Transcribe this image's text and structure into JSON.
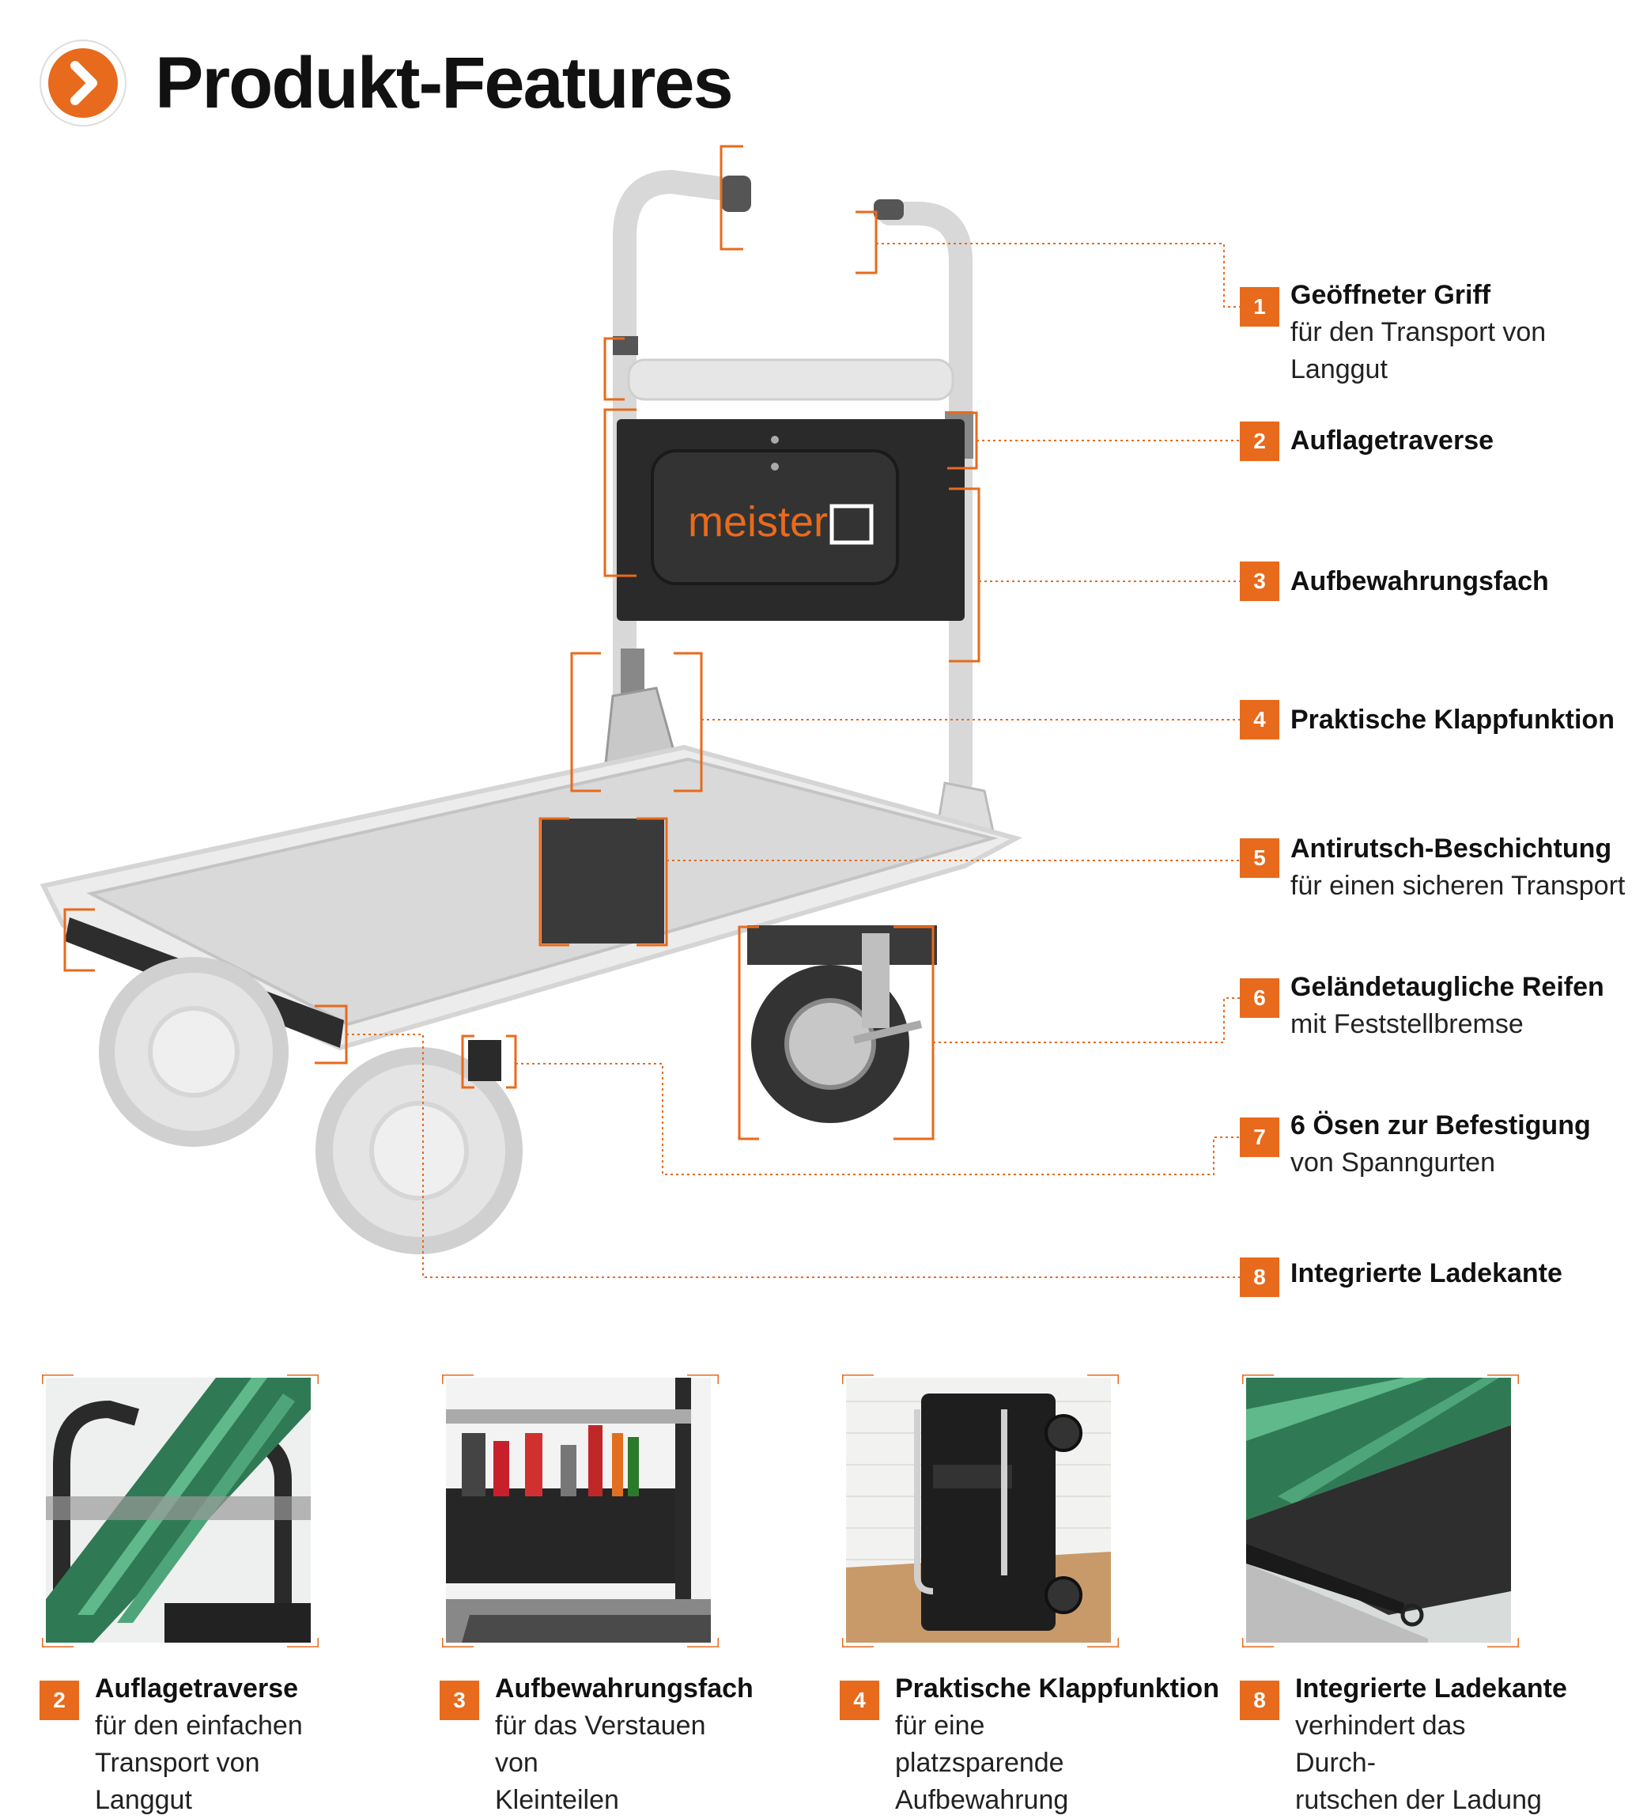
{
  "title": "Produkt-Features",
  "brand": {
    "logo_text": "meister",
    "accent": "#e86a1c"
  },
  "features": [
    {
      "num": "1",
      "title": "Geöffneter Griff",
      "sub": [
        "für den Transport von",
        "Langgut"
      ]
    },
    {
      "num": "2",
      "title": "Auflagetraverse",
      "sub": []
    },
    {
      "num": "3",
      "title": "Aufbewahrungsfach",
      "sub": []
    },
    {
      "num": "4",
      "title": "Praktische Klappfunktion",
      "sub": []
    },
    {
      "num": "5",
      "title": "Antirutsch-Beschichtung",
      "sub": [
        "für einen sicheren Transport"
      ]
    },
    {
      "num": "6",
      "title": "Geländetaugliche Reifen",
      "sub": [
        "mit Feststellbremse"
      ]
    },
    {
      "num": "7",
      "title": "6 Ösen zur Befestigung",
      "sub": [
        "von Spanngurten"
      ]
    },
    {
      "num": "8",
      "title": "Integrierte Ladekante",
      "sub": []
    }
  ],
  "bottom_features": [
    {
      "num": "2",
      "title": "Auflagetraverse",
      "sub": [
        "für den einfachen",
        "Transport von Langgut"
      ]
    },
    {
      "num": "3",
      "title": "Aufbewahrungsfach",
      "sub": [
        "für das Verstauen von",
        "Kleinteilen"
      ]
    },
    {
      "num": "4",
      "title": "Praktische Klappfunktion",
      "sub": [
        "für eine platzsparende",
        "Aufbewahrung"
      ]
    },
    {
      "num": "8",
      "title": "Integrierte Ladekante",
      "sub": [
        "verhindert das Durch-",
        "rutschen der Ladung"
      ]
    }
  ]
}
